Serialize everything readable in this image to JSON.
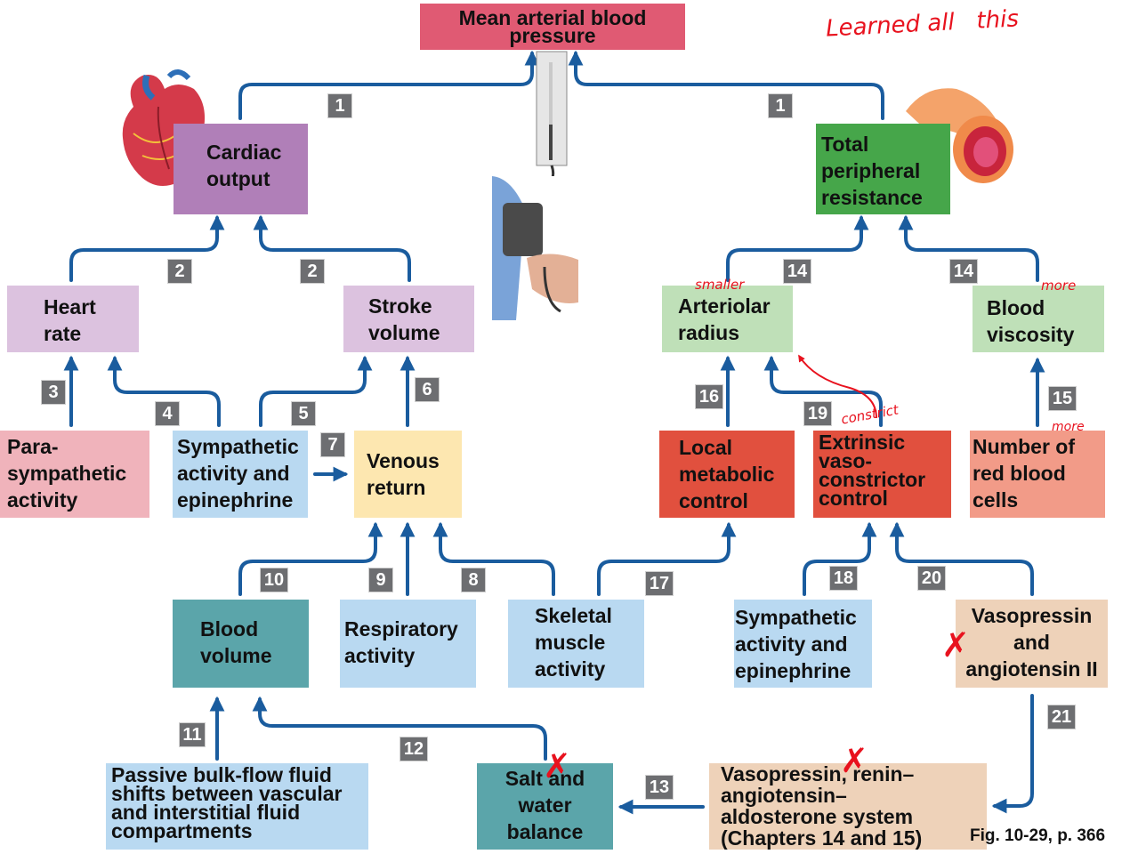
{
  "title": {
    "line1": "Mean arterial blood",
    "line2": "pressure"
  },
  "boxes": {
    "cardiac_output": {
      "line1": "Cardiac",
      "line2": "output"
    },
    "tpr": {
      "line1": "Total",
      "line2": "peripheral",
      "line3": "resistance"
    },
    "heart_rate": {
      "line1": "Heart",
      "line2": "rate"
    },
    "stroke_volume": {
      "line1": "Stroke",
      "line2": "volume"
    },
    "arteriolar_radius": {
      "line1": "Arteriolar",
      "line2": "radius"
    },
    "blood_viscosity": {
      "line1": "Blood",
      "line2": "viscosity"
    },
    "parasympathetic": {
      "line1": "Para-",
      "line2": "sympathetic",
      "line3": "activity"
    },
    "sympathetic_left": {
      "line1": "Sympathetic",
      "line2": "activity and",
      "line3": "epinephrine"
    },
    "venous_return": {
      "line1": "Venous",
      "line2": "return"
    },
    "local_metabolic": {
      "line1": "Local",
      "line2": "metabolic",
      "line3": "control"
    },
    "extrinsic": {
      "line1": "Extrinsic",
      "line2": "vaso-",
      "line3": "constrictor",
      "line4": "control"
    },
    "rbc": {
      "line1": "Number of",
      "line2": "red blood",
      "line3": "cells"
    },
    "blood_volume": {
      "line1": "Blood",
      "line2": "volume"
    },
    "respiratory": {
      "line1": "Respiratory",
      "line2": "activity"
    },
    "skeletal": {
      "line1": "Skeletal",
      "line2": "muscle",
      "line3": "activity"
    },
    "sympathetic_right": {
      "line1": "Sympathetic",
      "line2": "activity and",
      "line3": "epinephrine"
    },
    "vasopressin_ang": {
      "line1": "Vasopressin",
      "line2": "and",
      "line3": "angiotensin II"
    },
    "passive_bulk": {
      "line1": "Passive bulk-flow fluid",
      "line2": "shifts between vascular",
      "line3": "and interstitial fluid",
      "line4": "compartments"
    },
    "salt_water": {
      "line1": "Salt and",
      "line2": "water",
      "line3": "balance"
    },
    "raas": {
      "line1": "Vasopressin, renin–",
      "line2": "angiotensin–",
      "line3": "aldosterone system",
      "line4": "(Chapters 14 and 15)"
    }
  },
  "numbers": {
    "n1a": "1",
    "n1b": "1",
    "n2a": "2",
    "n2b": "2",
    "n3": "3",
    "n4": "4",
    "n5": "5",
    "n6": "6",
    "n7": "7",
    "n8": "8",
    "n9": "9",
    "n10": "10",
    "n11": "11",
    "n12": "12",
    "n13": "13",
    "n14a": "14",
    "n14b": "14",
    "n15": "15",
    "n16": "16",
    "n17": "17",
    "n18": "18",
    "n19": "19",
    "n20": "20",
    "n21": "21"
  },
  "annotations": {
    "learned": "Learned all   this",
    "smaller": "smaller",
    "more_viscosity": "more",
    "more_rbc": "more",
    "constrict": "constrict"
  },
  "caption": "Fig. 10-29, p. 366",
  "colors": {
    "arrow": "#1a5c9e",
    "title_box": "#e05a73",
    "purple": "#b07fb8",
    "light_purple": "#dcc2df",
    "green": "#46a64a",
    "light_green": "#bfe0b8",
    "pink": "#f0b3bb",
    "light_blue": "#b9d9f1",
    "cream": "#fde7b0",
    "red": "#e1503e",
    "salmon": "#f29b88",
    "teal": "#5ba5aa",
    "tan": "#eed2b9",
    "annotation": "#e8121e"
  }
}
